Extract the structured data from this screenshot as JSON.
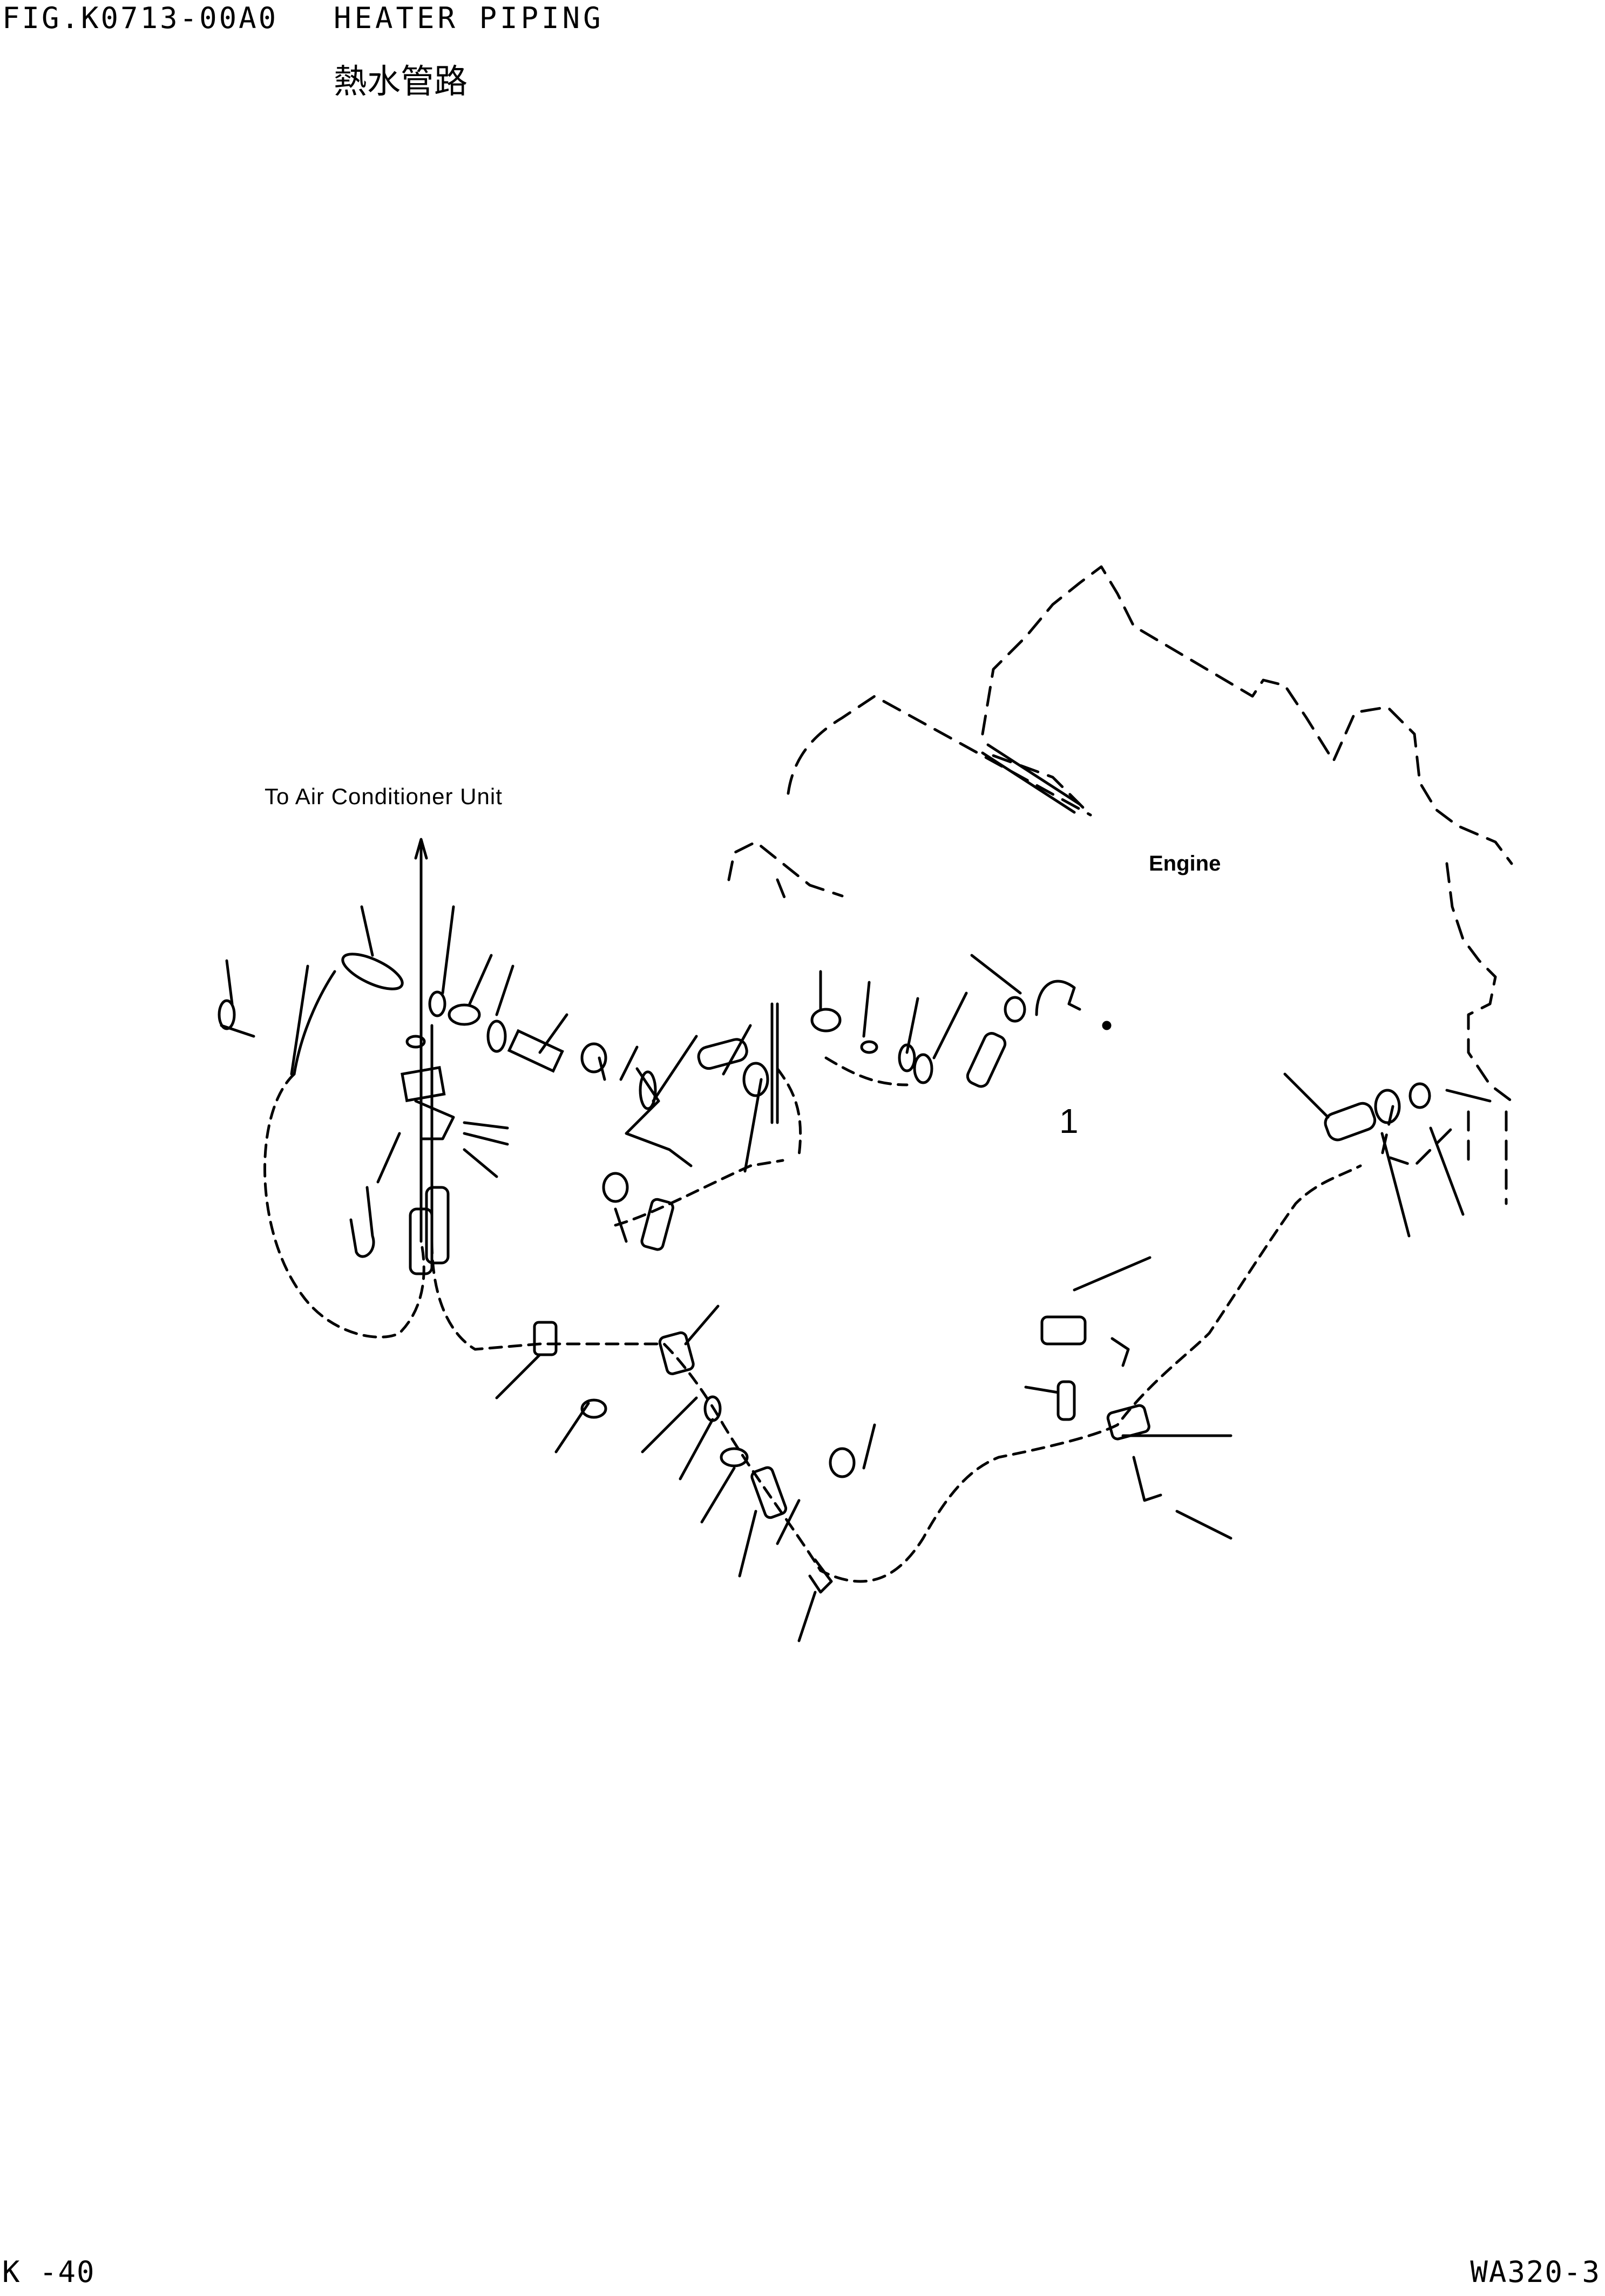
{
  "header": {
    "figure_code": "FIG.K0713-00A0",
    "title": "HEATER PIPING",
    "title_jp": "熱水管路"
  },
  "footer": {
    "page_number": "K -40",
    "model": "WA320-3"
  },
  "diagram": {
    "label_to_ac_unit": "To Air Conditioner Unit",
    "label_engine": "Engine",
    "callout_item": "1"
  },
  "colors": {
    "line": "#000000",
    "background": "#ffffff"
  }
}
